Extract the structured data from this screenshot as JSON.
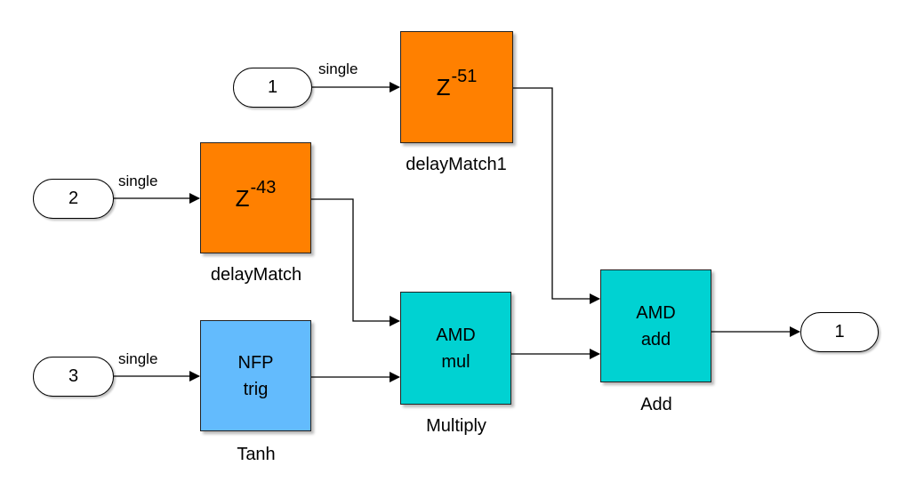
{
  "colors": {
    "delay_block": "#ff8000",
    "nfp_block": "#63bbfd",
    "amd_block": "#00d2d2",
    "wire": "#000000"
  },
  "inports": [
    {
      "number": "1",
      "signal_type": "single"
    },
    {
      "number": "2",
      "signal_type": "single"
    },
    {
      "number": "3",
      "signal_type": "single"
    }
  ],
  "outports": [
    {
      "number": "1"
    }
  ],
  "blocks": {
    "delayMatch1": {
      "name": "delayMatch1",
      "base": "Z",
      "exponent": "-51"
    },
    "delayMatch": {
      "name": "delayMatch",
      "base": "Z",
      "exponent": "-43"
    },
    "tanh": {
      "name": "Tanh",
      "line1": "NFP",
      "line2": "trig"
    },
    "multiply": {
      "name": "Multiply",
      "line1": "AMD",
      "line2": "mul"
    },
    "add": {
      "name": "Add",
      "line1": "AMD",
      "line2": "add"
    }
  }
}
